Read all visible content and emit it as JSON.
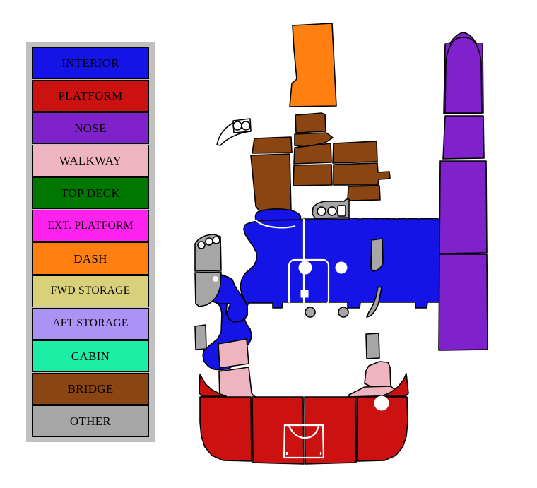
{
  "legend": {
    "name": "parts-color-legend",
    "panel_background": "#c0c0c0",
    "items": [
      {
        "label": "INTERIOR",
        "color": "#1414e6"
      },
      {
        "label": "PLATFORM",
        "color": "#cc1111"
      },
      {
        "label": "NOSE",
        "color": "#8022cc"
      },
      {
        "label": "WALKWAY",
        "color": "#eeb4bf"
      },
      {
        "label": "TOP DECK",
        "color": "#007700"
      },
      {
        "label": "EXT. PLATFORM",
        "color": "#ff22ee"
      },
      {
        "label": "DASH",
        "color": "#ff7f10"
      },
      {
        "label": "FWD STORAGE",
        "color": "#d8d07a"
      },
      {
        "label": "AFT STORAGE",
        "color": "#ab93f5"
      },
      {
        "label": "CABIN",
        "color": "#1deea5"
      },
      {
        "label": "BRIDGE",
        "color": "#8b4513"
      },
      {
        "label": "OTHER",
        "color": "#a6a6a6"
      }
    ]
  },
  "diagram": {
    "name": "boat-panel-layout-diagram",
    "background": "#ffffff",
    "groups": [
      {
        "category": "DASH",
        "color": "#ff7f10",
        "part_count": 1,
        "description": "tall tapered vertical panel at top center"
      },
      {
        "category": "BRIDGE",
        "color": "#8b4513",
        "part_count": 8,
        "description": "cluster of rectangular and curved panels below the dash"
      },
      {
        "category": "INTERIOR",
        "color": "#1414e6",
        "part_count": 3,
        "description": "large central blue body with cutouts, holes and an inner hatch outline"
      },
      {
        "category": "WALKWAY",
        "color": "#eeb4bf",
        "part_count": 4,
        "description": "pink column panels at lower left and a pink riser at lower right"
      },
      {
        "category": "PLATFORM",
        "color": "#cc1111",
        "part_count": 4,
        "description": "wide red hull band across the bottom with a central hatch and a round port"
      },
      {
        "category": "NOSE",
        "color": "#8022cc",
        "part_count": 4,
        "description": "tall purple bow column on the right side, split into stacked segments"
      },
      {
        "category": "OTHER",
        "color": "#a6a6a6",
        "part_count": 9,
        "description": "assorted gray trim, fins, brackets and filler pieces scattered around the layout"
      }
    ]
  }
}
